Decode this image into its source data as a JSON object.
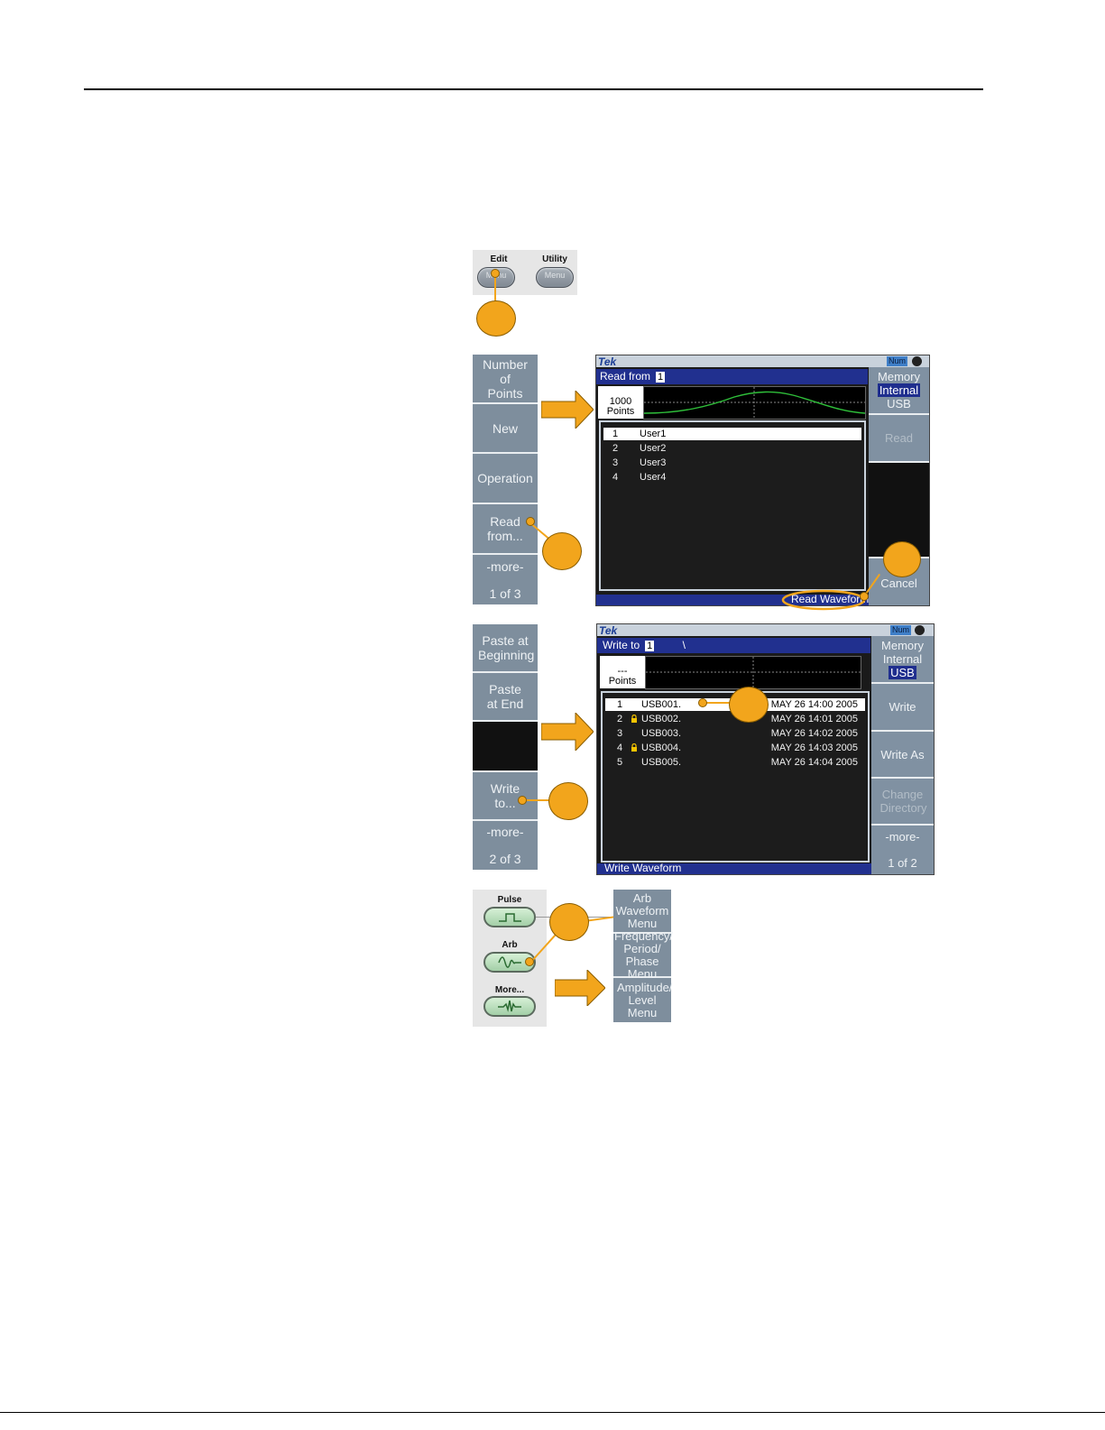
{
  "panel_keys": {
    "edit_label": "Edit",
    "edit_button": "Menu",
    "utility_label": "Utility",
    "utility_button": "Menu"
  },
  "read_menu": {
    "items": [
      "Number of Points",
      "New",
      "Operation",
      "Read from...",
      "-more-",
      "1 of 3"
    ]
  },
  "read_screen": {
    "brand": "Tek",
    "num_badge": "Num",
    "header_label": "Read from",
    "header_value": "1",
    "points_value": "1000",
    "points_label": "Points",
    "list": [
      {
        "n": "1",
        "name": "User1"
      },
      {
        "n": "2",
        "name": "User2"
      },
      {
        "n": "3",
        "name": "User3"
      },
      {
        "n": "4",
        "name": "User4"
      }
    ],
    "right_menu": {
      "memory": "Memory",
      "internal": "Internal",
      "usb": "USB",
      "read": "Read",
      "cancel": "Cancel"
    },
    "tab": "Read Waveform"
  },
  "paste_menu": {
    "items": [
      "Paste at Beginning",
      "Paste at End",
      "",
      "Write to...",
      "-more-",
      "2 of 3"
    ]
  },
  "write_screen": {
    "brand": "Tek",
    "num_badge": "Num",
    "header_label": "Write to",
    "header_value": "1",
    "header_path": "\\",
    "points_value": "---",
    "points_label": "Points",
    "list": [
      {
        "n": "1",
        "name": "USB001.",
        "date": "MAY 26 14:00 2005",
        "locked": false
      },
      {
        "n": "2",
        "name": "USB002.",
        "date": "MAY 26 14:01 2005",
        "locked": true
      },
      {
        "n": "3",
        "name": "USB003.",
        "date": "MAY 26 14:02 2005",
        "locked": false
      },
      {
        "n": "4",
        "name": "USB004.",
        "date": "MAY 26 14:03 2005",
        "locked": true
      },
      {
        "n": "5",
        "name": "USB005.",
        "date": "MAY 26 14:04 2005",
        "locked": false
      }
    ],
    "right_menu": {
      "memory": "Memory",
      "internal": "Internal",
      "usb": "USB",
      "write": "Write",
      "write_as": "Write As",
      "change_dir": "Change Directory",
      "more": "-more-",
      "page": "1 of 2"
    },
    "tab": "Write Waveform"
  },
  "waveform_keys": {
    "pulse": "Pulse",
    "arb": "Arb",
    "more": "More..."
  },
  "arb_menu": {
    "items": [
      "Arb Waveform Menu",
      "Frequency/ Period/ Phase Menu",
      "Amplitude/ Level Menu"
    ]
  },
  "colors": {
    "callout": "#f2a51c",
    "menu_gray": "#7e8e9d",
    "header_blue": "#21308f",
    "wave_green": "#2fbf3a"
  }
}
